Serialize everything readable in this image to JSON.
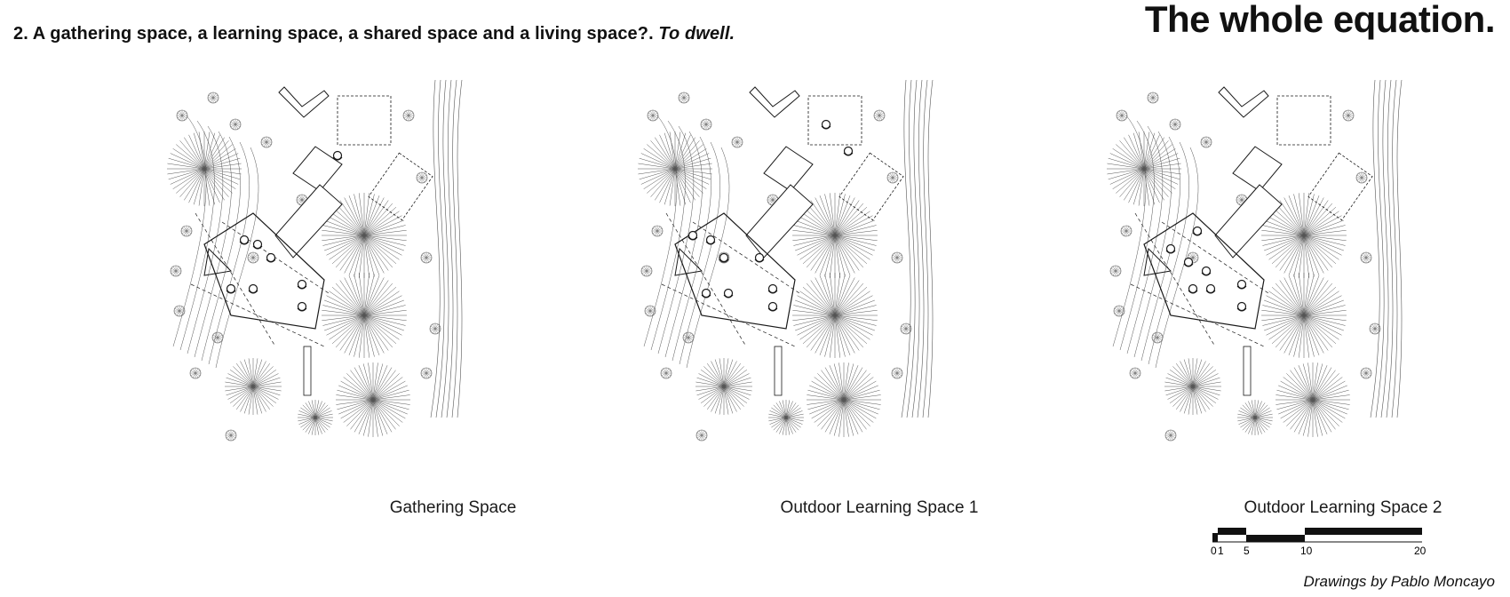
{
  "header": {
    "caption": "2. A gathering space, a learning space, a shared space and a living space?.",
    "caption_emphasis": "To dwell.",
    "title": "The whole equation."
  },
  "plans": [
    {
      "label": "Gathering Space"
    },
    {
      "label": "Outdoor Learning Space 1"
    },
    {
      "label": "Outdoor Learning Space 2"
    }
  ],
  "scale": {
    "ticks": [
      "0",
      "1",
      "5",
      "10",
      "20"
    ]
  },
  "credit": "Drawings by Pablo Moncayo",
  "colors": {
    "ink": "#1a1a1a",
    "line": "#555555",
    "background": "#ffffff"
  }
}
